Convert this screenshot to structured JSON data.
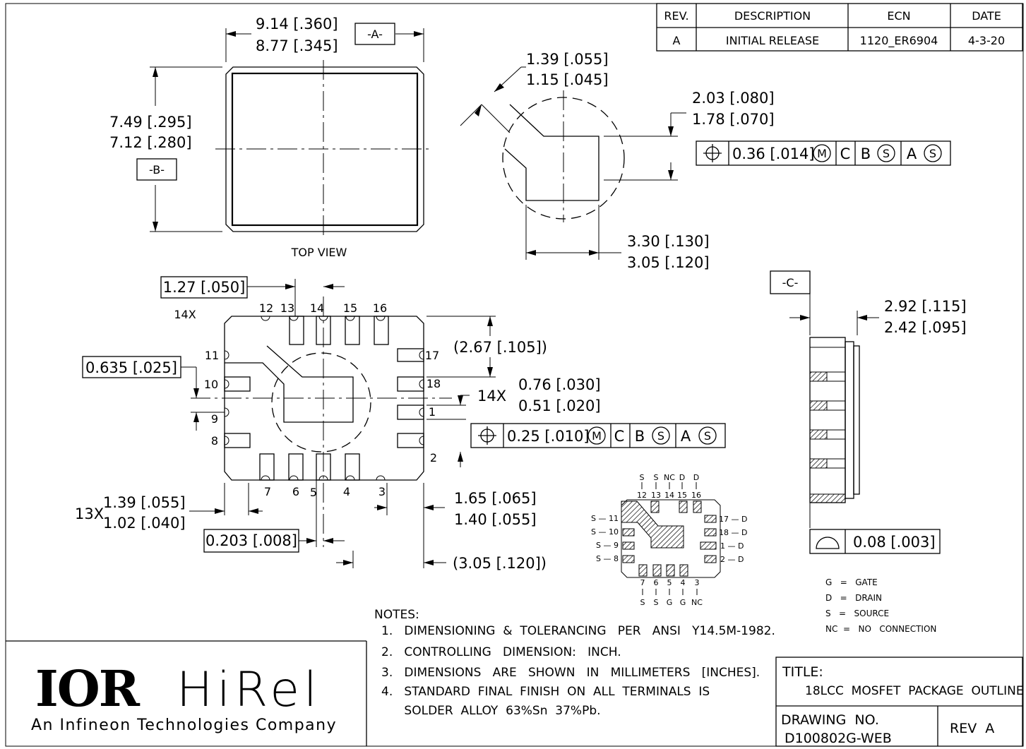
{
  "revision_table": {
    "headers": [
      "REV.",
      "DESCRIPTION",
      "ECN",
      "DATE"
    ],
    "row": [
      "A",
      "INITIAL RELEASE",
      "1120_ER6904",
      "4-3-20"
    ]
  },
  "top_view": {
    "caption": "TOP   VIEW",
    "width_max": "9.14 [.360]",
    "width_min": "8.77 [.345]",
    "datum_a": "-A-",
    "height_max": "7.49 [.295]",
    "height_min": "7.12 [.280]",
    "datum_b": "-B-"
  },
  "detail": {
    "dim1_max": "1.39 [.055]",
    "dim1_min": "1.15 [.045]",
    "dim2_max": "2.03 [.080]",
    "dim2_min": "1.78 [.070]",
    "dim3_max": "3.30 [.130]",
    "dim3_min": "3.05 [.120]",
    "fcf_tolerance": "0.36 [.014]",
    "fcf_m": "M",
    "fcf_c": "C",
    "fcf_b": "B",
    "fcf_s1": "S",
    "fcf_a": "A",
    "fcf_s2": "S"
  },
  "bottom_view": {
    "pitch": "1.27 [.050]",
    "pitch_count": "14X",
    "offset": "0.635 [.025]",
    "pad_pos": "(2.67 [.105])",
    "pad_count": "14X",
    "pad_w_max": "0.76 [.030]",
    "pad_w_min": "0.51 [.020]",
    "fcf_tolerance": "0.25 [.010]",
    "fcf_m": "M",
    "fcf_c": "C",
    "fcf_b": "B",
    "fcf_s1": "S",
    "fcf_a": "A",
    "fcf_s2": "S",
    "len_count": "13X",
    "len_max": "1.39 [.055]",
    "len_min": "1.02 [.040]",
    "gap": "0.203 [.008]",
    "corner_max": "1.65 [.065]",
    "corner_min": "1.40 [.055]",
    "ref_dim": "(3.05 [.120])",
    "pin_numbers": {
      "top": [
        "12",
        "13",
        "14",
        "15",
        "16"
      ],
      "right": [
        "17",
        "18",
        "1",
        "2"
      ],
      "bottom": [
        "7",
        "6",
        "5",
        "4",
        "3"
      ],
      "left": [
        "11",
        "10",
        "9",
        "8"
      ]
    }
  },
  "side_view": {
    "datum_c": "-C-",
    "height_max": "2.92 [.115]",
    "height_min": "2.42 [.095]",
    "flatness": "0.08 [.003]"
  },
  "pinout": {
    "top_funcs": [
      "S",
      "S",
      "NC",
      "D",
      "D"
    ],
    "top_nums": [
      "12",
      "13",
      "14",
      "15",
      "16"
    ],
    "left": [
      "S — 11",
      "S — 10",
      "S —  9",
      "S —  8"
    ],
    "right": [
      "17 — D",
      "18 — D",
      "1 — D",
      "2 — D"
    ],
    "bottom_nums": [
      "7",
      "6",
      "5",
      "4",
      "3"
    ],
    "bottom_funcs": [
      "S",
      "S",
      "G",
      "G",
      "NC"
    ]
  },
  "legend": [
    "G   =   GATE",
    "D   =   DRAIN",
    "S   =   SOURCE",
    "NC  =   NO   CONNECTION"
  ],
  "notes": {
    "heading": "NOTES:",
    "items": [
      "1.   DIMENSIONING  &  TOLERANCING   PER   ANSI   Y14.5M-1982.",
      "2.   CONTROLLING   DIMENSION:   INCH.",
      "3.   DIMENSIONS   ARE   SHOWN   IN   MILLIMETERS   [INCHES].",
      "4.   STANDARD  FINAL  FINISH  ON  ALL  TERMINALS  IS",
      "      SOLDER  ALLOY  63%Sn  37%Pb."
    ]
  },
  "logo": {
    "brand": "IOR",
    "product": "HiRel",
    "tagline": "An Infineon Technologies Company"
  },
  "title_block": {
    "title_label": "TITLE:",
    "title": "18LCC  MOSFET  PACKAGE  OUTLINE",
    "drawing_label": "DRAWING  NO.",
    "drawing_no": "D100802G-WEB",
    "rev": "REV  A"
  }
}
